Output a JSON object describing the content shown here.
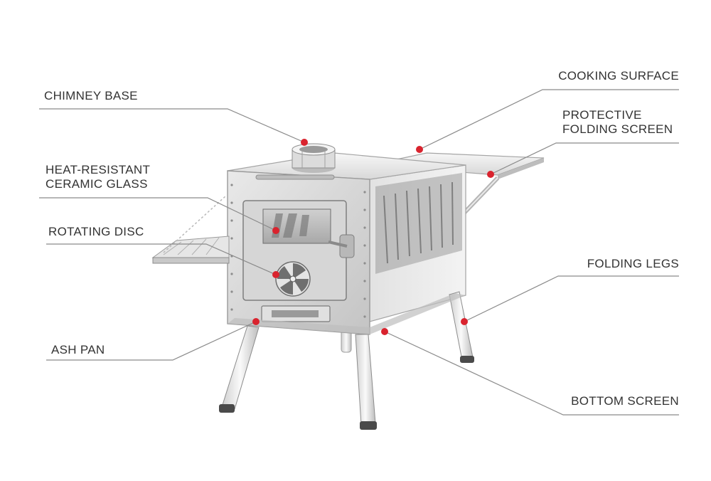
{
  "colors": {
    "line": "#8a8a8a",
    "dot": "#d9232e",
    "text": "#333333",
    "steel_light": "#eeeeee",
    "steel_mid": "#cfcfcf",
    "steel_dark": "#9c9c9c"
  },
  "labels": {
    "chimney_base": "CHIMNEY BASE",
    "heat_glass_1": "HEAT-RESISTANT",
    "heat_glass_2": "CERAMIC GLASS",
    "rotating_disc": "ROTATING DISC",
    "ash_pan": "ASH PAN",
    "cooking_surface": "COOKING SURFACE",
    "protective_1": "PROTECTIVE",
    "protective_2": "FOLDING SCREEN",
    "folding_legs": "FOLDING LEGS",
    "bottom_screen": "BOTTOM SCREEN"
  }
}
